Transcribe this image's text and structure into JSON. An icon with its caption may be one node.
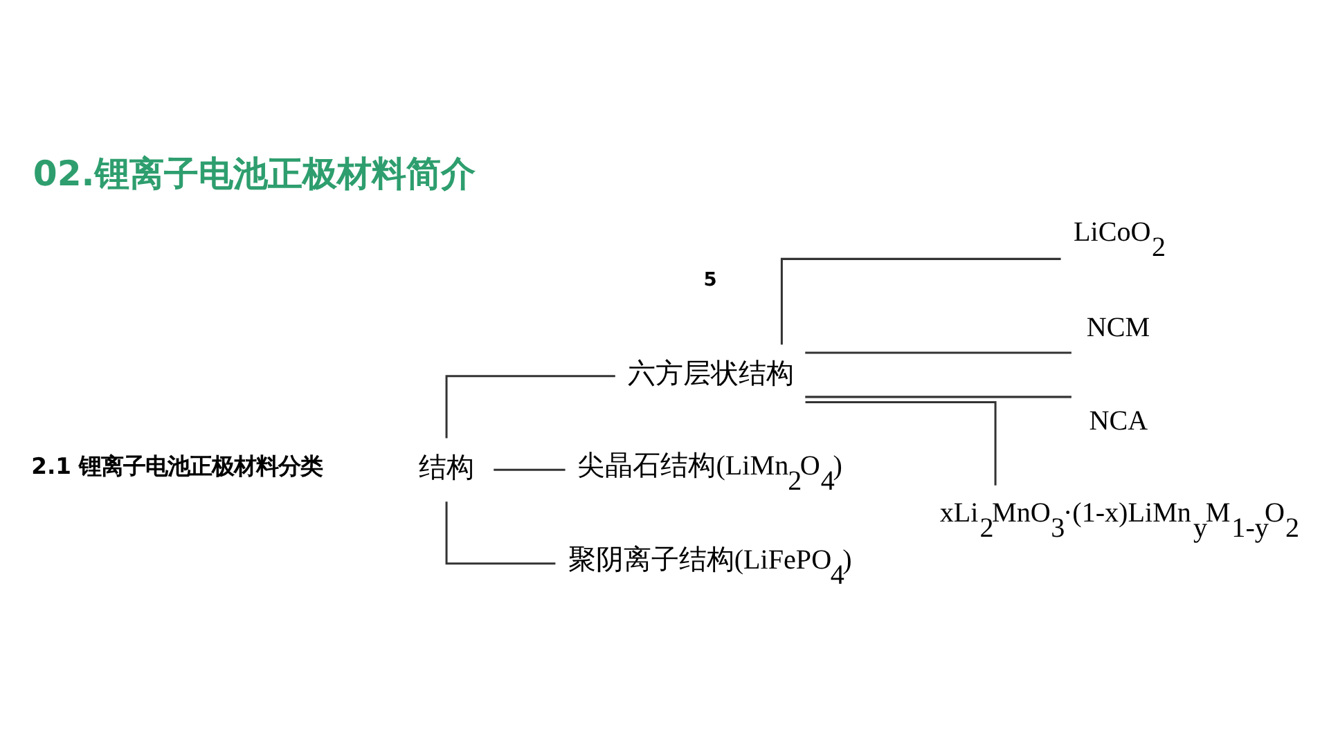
{
  "diagram": {
    "title": "02.锂离子电池正极材料简介",
    "nodes": [
      {
        "text": [
          "结构"
        ]
      },
      {
        "text": [
          "六方层状结构"
        ]
      },
      {
        "text": [
          "尖晶石结构(LiMn$_{2}$O$_{4}$)"
        ]
      },
      {
        "text": [
          "聚阴离子结构(LiFePO$_{4}$)"
        ]
      },
      {
        "text": [
          "LiCoO$_{2}$"
        ]
      },
      {
        "text": [
          "NCM"
        ]
      },
      {
        "text": [
          "NCA"
        ]
      },
      {
        "text": [
          "xLi$_{2}$MnO$_{3}$·(1-x)LiMn$_{y}$M$_{1-y}$O$_{2}$"
        ]
      }
    ],
    "edges": [
      {
        "from": 0,
        "to": 1,
        "arrow": "none"
      },
      {
        "from": 0,
        "to": 2,
        "arrow": "none"
      },
      {
        "from": 0,
        "to": 3,
        "arrow": "none"
      },
      {
        "from": 1,
        "to": 4,
        "arrow": "none"
      },
      {
        "from": 1,
        "to": 5,
        "arrow": "none"
      },
      {
        "from": 1,
        "to": 6,
        "arrow": "none"
      },
      {
        "from": 1,
        "to": 7,
        "arrow": "none"
      }
    ],
    "labels": [
      "2.1 锂离子电池正极材料分类",
      "5"
    ]
  }
}
